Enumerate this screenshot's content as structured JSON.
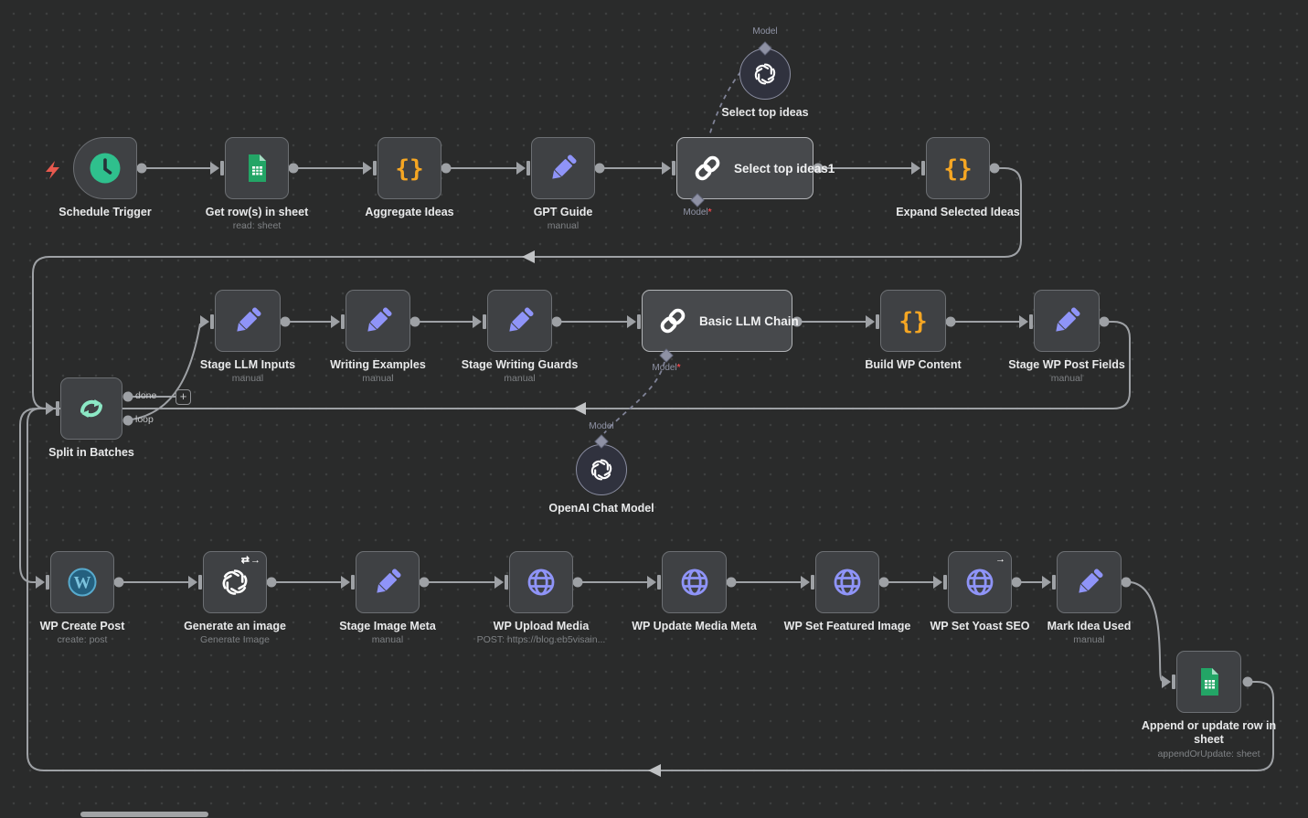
{
  "app": "workflow-editor-canvas",
  "colors": {
    "canvas_bg": "#2a2b2b",
    "node_bg": "#3f4144",
    "wire": "#9ea1a5",
    "accent_orange": "#f5a623",
    "accent_purple": "#8f94f8",
    "accent_green": "#2fc08d",
    "accent_mint": "#8ce8c5",
    "trigger_red": "#e8594e",
    "sheets_green": "#23a566",
    "wordpress_blue": "#57aacd"
  },
  "labels": {
    "done": "done",
    "loop": "loop",
    "model": "Model",
    "required": "*",
    "plus": "+"
  },
  "nodes": [
    {
      "id": "schedule-trigger",
      "label": "Schedule Trigger",
      "subtitle": "",
      "icon": "clock-icon"
    },
    {
      "id": "get-rows-in-sheet",
      "label": "Get row(s) in sheet",
      "subtitle": "read: sheet",
      "icon": "google-sheets-icon"
    },
    {
      "id": "aggregate-ideas",
      "label": "Aggregate Ideas",
      "subtitle": "",
      "icon": "code-braces-icon"
    },
    {
      "id": "gpt-guide",
      "label": "GPT Guide",
      "subtitle": "manual",
      "icon": "pencil-icon"
    },
    {
      "id": "select-top-ideas1",
      "label": "Select top ideas1",
      "subtitle": "",
      "icon": "chain-icon"
    },
    {
      "id": "select-top-ideas",
      "label": "Select top ideas",
      "subtitle": "",
      "icon": "openai-icon"
    },
    {
      "id": "expand-selected-ideas",
      "label": "Expand Selected Ideas",
      "subtitle": "",
      "icon": "code-braces-icon"
    },
    {
      "id": "split-in-batches",
      "label": "Split in Batches",
      "subtitle": "",
      "icon": "loop-icon"
    },
    {
      "id": "stage-llm-inputs",
      "label": "Stage LLM Inputs",
      "subtitle": "manual",
      "icon": "pencil-icon"
    },
    {
      "id": "writing-examples",
      "label": "Writing Examples",
      "subtitle": "manual",
      "icon": "pencil-icon"
    },
    {
      "id": "stage-writing-guards",
      "label": "Stage Writing Guards",
      "subtitle": "manual",
      "icon": "pencil-icon"
    },
    {
      "id": "basic-llm-chain",
      "label": "Basic LLM Chain",
      "subtitle": "",
      "icon": "chain-icon"
    },
    {
      "id": "build-wp-content",
      "label": "Build WP Content",
      "subtitle": "",
      "icon": "code-braces-icon"
    },
    {
      "id": "stage-wp-post-fields",
      "label": "Stage WP Post Fields",
      "subtitle": "manual",
      "icon": "pencil-icon"
    },
    {
      "id": "openai-chat-model",
      "label": "OpenAI Chat Model",
      "subtitle": "",
      "icon": "openai-icon"
    },
    {
      "id": "wp-create-post",
      "label": "WP Create Post",
      "subtitle": "create: post",
      "icon": "wordpress-icon"
    },
    {
      "id": "generate-an-image",
      "label": "Generate an image",
      "subtitle": "Generate Image",
      "icon": "openai-icon",
      "badge": "⇄→"
    },
    {
      "id": "stage-image-meta",
      "label": "Stage Image Meta",
      "subtitle": "manual",
      "icon": "pencil-icon"
    },
    {
      "id": "wp-upload-media",
      "label": "WP Upload Media",
      "subtitle": "POST: https://blog.eb5visain...",
      "icon": "globe-icon"
    },
    {
      "id": "wp-update-media-meta",
      "label": "WP Update Media Meta",
      "subtitle": "",
      "icon": "globe-icon"
    },
    {
      "id": "wp-set-featured-image",
      "label": "WP Set Featured Image",
      "subtitle": "",
      "icon": "globe-icon"
    },
    {
      "id": "wp-set-yoast-seo",
      "label": "WP Set Yoast SEO",
      "subtitle": "",
      "icon": "globe-icon",
      "badge": "→"
    },
    {
      "id": "mark-idea-used",
      "label": "Mark Idea Used",
      "subtitle": "manual",
      "icon": "pencil-icon"
    },
    {
      "id": "append-or-update-row",
      "label": "Append or update row in sheet",
      "subtitle": "appendOrUpdate: sheet",
      "icon": "google-sheets-icon"
    }
  ]
}
